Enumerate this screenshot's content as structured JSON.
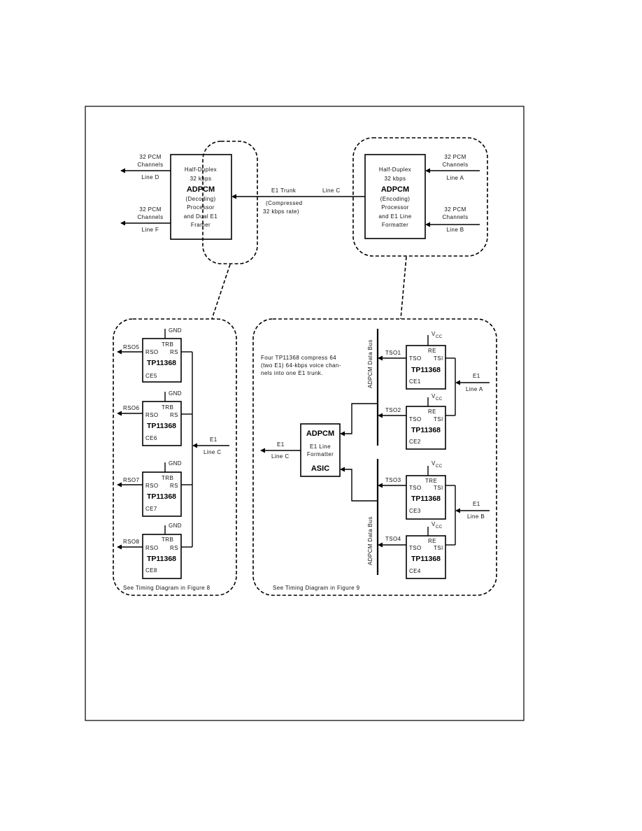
{
  "left_top": {
    "ch1": "32 PCM",
    "ch1b": "Channels",
    "line1": "Line D",
    "ch2": "32 PCM",
    "ch2b": "Channels",
    "line2": "Line F",
    "l1": "Half-Duplex",
    "l2": "32 kbps",
    "title": "ADPCM",
    "l3": "(Decoding)",
    "l4": "Processor",
    "l5": "and Dual E1",
    "l6": "Framer"
  },
  "right_top": {
    "l1": "Half-Duplex",
    "l2": "32 kbps",
    "title": "ADPCM",
    "l3": "(Encoding)",
    "l4": "Processor",
    "l5": "and E1 Line",
    "l6": "Formatter",
    "ch1": "32 PCM",
    "ch1b": "Channels",
    "line1": "Line A",
    "ch2": "32 PCM",
    "ch2b": "Channels",
    "line2": "Line B"
  },
  "trunk": {
    "a": "E1 Trunk",
    "b": "Line C",
    "c": "(Compressed",
    "d": "32 kbps rate)"
  },
  "left_group": {
    "chips": [
      {
        "gnd": "GND",
        "tr": "TRB",
        "rs": "RS",
        "rso": "RSO",
        "part": "TP11368",
        "ce": "CE5",
        "out": "RSO5"
      },
      {
        "gnd": "GND",
        "tr": "TRB",
        "rs": "RS",
        "rso": "RSO",
        "part": "TP11368",
        "ce": "CE6",
        "out": "RSO6"
      },
      {
        "gnd": "GND",
        "tr": "TRB",
        "rs": "RS",
        "rso": "RSO",
        "part": "TP11368",
        "ce": "CE7",
        "out": "RSO7"
      },
      {
        "gnd": "GND",
        "tr": "TRB",
        "rs": "RS",
        "rso": "RSO",
        "part": "TP11368",
        "ce": "CE8",
        "out": "RSO8"
      }
    ],
    "in1": "E1",
    "in2": "Line C",
    "caption": "See Timing Diagram in Figure 8"
  },
  "right_group": {
    "note1": "Four TP11368 compress 64",
    "note2": "(two E1) 64-kbps voice chan-",
    "note3": "nels into one E1 trunk.",
    "bus_top": "ADPCM Data Bus",
    "bus_bottom": "ADPCM Data Bus",
    "chips": [
      {
        "vcc": "V",
        "vcc_sub": "CC",
        "re": "RE",
        "tso": "TSO",
        "tsi": "TSI",
        "part": "TP11368",
        "ce": "CE1",
        "out": "TSO1"
      },
      {
        "vcc": "V",
        "vcc_sub": "CC",
        "re": "RE",
        "tso": "TSO",
        "tsi": "TSI",
        "part": "TP11368",
        "ce": "CE2",
        "out": "TSO2"
      },
      {
        "vcc": "V",
        "vcc_sub": "CC",
        "re": "TRE",
        "tso": "TSO",
        "tsi": "TSI",
        "part": "TP11368",
        "ce": "CE3",
        "out": "TSO3"
      },
      {
        "vcc": "V",
        "vcc_sub": "CC",
        "re": "RE",
        "tso": "TSO",
        "tsi": "TSI",
        "part": "TP11368",
        "ce": "CE4",
        "out": "TSO4"
      }
    ],
    "inA1": "E1",
    "inA2": "Line A",
    "inB1": "E1",
    "inB2": "Line B",
    "asic": {
      "t1": "ADPCM",
      "t2": "E1 Line",
      "t3": "Formatter",
      "t4": "ASIC"
    },
    "out1": "E1",
    "out2": "Line C",
    "caption": "See Timing Diagram in Figure 9"
  }
}
